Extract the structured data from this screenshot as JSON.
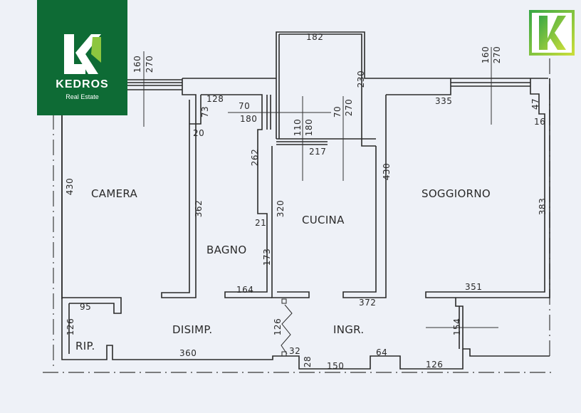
{
  "brand": {
    "name": "KEDROS",
    "subtitle": "Real Estate",
    "primary_color": "#0e6b35",
    "accent_color": "#8dc63f"
  },
  "rooms": [
    {
      "id": "camera",
      "label": "CAMERA"
    },
    {
      "id": "bagno",
      "label": "BAGNO"
    },
    {
      "id": "cucina",
      "label": "CUCINA"
    },
    {
      "id": "soggiorno",
      "label": "SOGGIORNO"
    },
    {
      "id": "disimpegno",
      "label": "DISIMP."
    },
    {
      "id": "ingresso",
      "label": "INGR."
    },
    {
      "id": "ripostiglio",
      "label": "RIP."
    }
  ],
  "dimensions": {
    "camera_window_h": "160",
    "camera_window_h2": "270",
    "camera_wall_left": "430",
    "camera_wall_right": "362",
    "bagno_top": "128",
    "bagno_step_v": "73",
    "bagno_step_h": "20",
    "bagno_window_w": "70",
    "bagno_window_h": "180",
    "bagno_right_upper": "262",
    "bagno_step_small": "21",
    "bagno_right_lower": "173",
    "bagno_bottom": "164",
    "balcony_top": "182",
    "balcony_right": "230",
    "balcony_door_w": "110",
    "balcony_door_h": "180",
    "kitchen_window_w": "70",
    "kitchen_window_h": "270",
    "kitchen_top": "217",
    "kitchen_left": "320",
    "kitchen_right": "430",
    "kitchen_bottom": "372",
    "living_window_h": "160",
    "living_window_h2": "270",
    "living_top": "335",
    "living_step_a": "47",
    "living_step_b": "16",
    "living_right": "383",
    "living_bottom": "351",
    "rip_top": "95",
    "rip_left": "126",
    "disimp_bottom": "360",
    "entrance_door": "126",
    "entrance_small_a": "32",
    "entrance_small_b": "28",
    "ingr_bottom_a": "150",
    "ingr_niche": "64",
    "ingr_bottom_b": "126",
    "ingr_door_right": "154"
  }
}
